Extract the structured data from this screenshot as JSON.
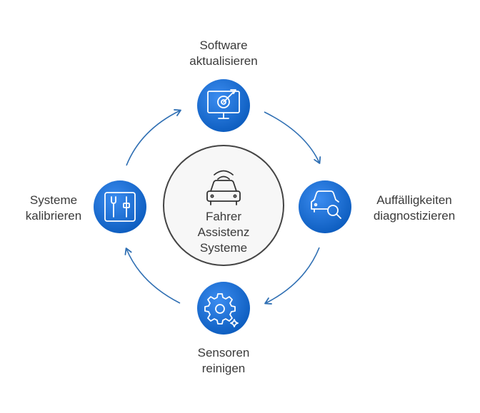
{
  "center": {
    "lines": [
      "Fahrer",
      "Assistenz",
      "Systeme"
    ],
    "icon": "car-signal-icon"
  },
  "steps": [
    {
      "id": "software",
      "lines": [
        "Software",
        "aktualisieren"
      ],
      "icon": "monitor-target-icon"
    },
    {
      "id": "diagnose",
      "lines": [
        "Auffälligkeiten",
        "diagnostizieren"
      ],
      "icon": "car-search-icon"
    },
    {
      "id": "sensoren",
      "lines": [
        "Sensoren",
        "reinigen"
      ],
      "icon": "gear-sparkle-icon"
    },
    {
      "id": "kalibrieren",
      "lines": [
        "Systeme",
        "kalibrieren"
      ],
      "icon": "tools-sliders-icon"
    }
  ],
  "colors": {
    "accent": "#1a73d9",
    "accent_dark": "#0b5bbd",
    "arrow": "#2f6fb3",
    "ring": "#444444",
    "center_fill": "#f7f7f7"
  }
}
